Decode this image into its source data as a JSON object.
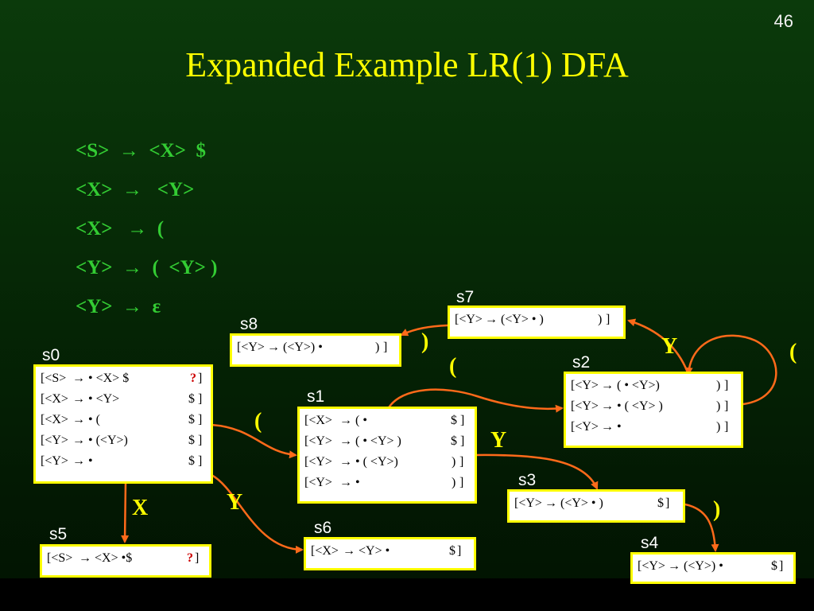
{
  "slide": {
    "number": "46",
    "title": "Expanded Example LR(1) DFA"
  },
  "grammar": [
    "<S>  →  <X>  $",
    "<X>  →   <Y>",
    "<X>   →  (",
    "<Y>  →  (  <Y> )",
    "<Y>  →  ε"
  ],
  "states": {
    "s0": {
      "label": "s0",
      "items": [
        {
          "lhs": "[<S>",
          "rhs": "→ • <X> $",
          "la": "?",
          "end": "]"
        },
        {
          "lhs": "[<X>",
          "rhs": "→ • <Y>",
          "la": "$",
          "end": "]"
        },
        {
          "lhs": "[<X>",
          "rhs": "→ • (",
          "la": "$",
          "end": "]"
        },
        {
          "lhs": "[<Y>",
          "rhs": "→ • (<Y>)",
          "la": "$",
          "end": "]"
        },
        {
          "lhs": "[<Y>",
          "rhs": "→ •",
          "la": "$",
          "end": "]"
        }
      ]
    },
    "s1": {
      "label": "s1",
      "items": [
        {
          "lhs": "[<X>",
          "rhs": "→ ( •",
          "la": "$",
          "end": "]"
        },
        {
          "lhs": "[<Y>",
          "rhs": "→ ( • <Y> )",
          "la": "$",
          "end": "]"
        },
        {
          "lhs": "[<Y>",
          "rhs": "→ • ( <Y>)",
          "la": ")",
          "end": "]"
        },
        {
          "lhs": "[<Y>",
          "rhs": "→ •",
          "la": ")",
          "end": "]"
        }
      ]
    },
    "s2": {
      "label": "s2",
      "items": [
        {
          "lhs": "[<Y>",
          "rhs": "→ ( • <Y>)",
          "la": ")",
          "end": "]"
        },
        {
          "lhs": "[<Y>",
          "rhs": "→ • ( <Y> )",
          "la": ")",
          "end": "]"
        },
        {
          "lhs": "[<Y>",
          "rhs": "→ •",
          "la": ")",
          "end": "]"
        }
      ]
    },
    "s3": {
      "label": "s3",
      "items": [
        {
          "lhs": "[<Y>",
          "rhs": "→ (<Y> • )",
          "la": "$",
          "end": "]"
        }
      ]
    },
    "s4": {
      "label": "s4",
      "items": [
        {
          "lhs": "[<Y>",
          "rhs": "→ (<Y>) •",
          "la": "$",
          "end": "]"
        }
      ]
    },
    "s5": {
      "label": "s5",
      "items": [
        {
          "lhs": "[<S>",
          "rhs": "→ <X> •$",
          "la": "?",
          "end": "]"
        }
      ]
    },
    "s6": {
      "label": "s6",
      "items": [
        {
          "lhs": "[<X>",
          "rhs": "→ <Y> •",
          "la": "$",
          "end": "]"
        }
      ]
    },
    "s7": {
      "label": "s7",
      "items": [
        {
          "lhs": "[<Y>",
          "rhs": "→ (<Y> • )",
          "la": ")",
          "end": "]"
        }
      ]
    },
    "s8": {
      "label": "s8",
      "items": [
        {
          "lhs": "[<Y>",
          "rhs": "→ (<Y>) •",
          "la": ")",
          "end": "]"
        }
      ]
    }
  },
  "transitions": [
    {
      "from": "s0",
      "to": "s1",
      "symbol": "("
    },
    {
      "from": "s0",
      "to": "s5",
      "symbol": "X"
    },
    {
      "from": "s0",
      "to": "s6",
      "symbol": "Y"
    },
    {
      "from": "s1",
      "to": "s2",
      "symbol": "("
    },
    {
      "from": "s1",
      "to": "s3",
      "symbol": "Y"
    },
    {
      "from": "s2",
      "to": "s2",
      "symbol": "("
    },
    {
      "from": "s2",
      "to": "s7",
      "symbol": "Y"
    },
    {
      "from": "s3",
      "to": "s4",
      "symbol": ")"
    },
    {
      "from": "s7",
      "to": "s8",
      "symbol": ")"
    }
  ],
  "colors": {
    "title": "#ffff00",
    "grammar": "#33cc33",
    "box_border": "#ffff00",
    "edge": "#ff6a1a",
    "edge_label": "#ffff00",
    "lookahead_unknown": "#cc0000"
  }
}
